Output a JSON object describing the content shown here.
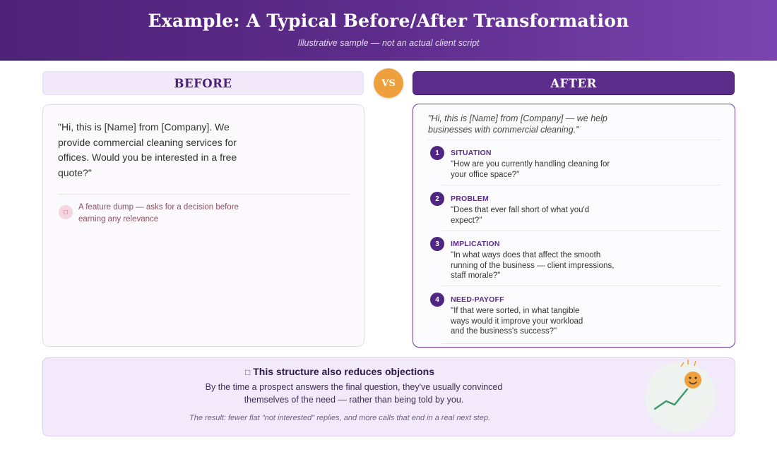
{
  "header": {
    "title": "Example: A Typical Before/After Transformation",
    "subtitle": "Illustrative sample — not an actual client script"
  },
  "before": {
    "heading": "BEFORE",
    "quote": "\"Hi, this is [Name] from [Company]. We provide commercial cleaning services for offices. Would you be interested in a free quote?\"",
    "warning_icon": "warning-box-icon",
    "warning": "A feature dump — asks for a decision before earning any relevance"
  },
  "vs_label": "VS",
  "after": {
    "heading": "AFTER",
    "intro": "\"Hi, this is [Name] from [Company] — we help businesses with commercial cleaning.\"",
    "steps": [
      {
        "num": "1",
        "label": "SITUATION",
        "question": "\"How are you currently handling cleaning for your office space?\""
      },
      {
        "num": "2",
        "label": "PROBLEM",
        "question": "\"Does that ever fall short of what you'd expect?\""
      },
      {
        "num": "3",
        "label": "IMPLICATION",
        "question": "\"In what ways does that affect the smooth running of the business — client impressions, staff morale?\""
      },
      {
        "num": "4",
        "label": "NEED-PAYOFF",
        "question": "\"If that were sorted, in what tangible ways would it improve your workload and the business's success?\""
      }
    ]
  },
  "bottom": {
    "title_icon": "box-glyph-icon",
    "title": "This structure also reduces objections",
    "body": "By the time a prospect answers the final question, they've usually convinced themselves of the need — rather than being told by you.",
    "note": "The result: fewer flat \"not interested\" replies, and more calls that end in a real next step.",
    "illustration_icon": "smiley-growth-chart-icon"
  },
  "colors": {
    "header_start": "#4e2278",
    "header_end": "#7a45b0",
    "accent_purple": "#5b2c8a",
    "vs_orange": "#eea03c",
    "warning_text": "#8e4f5f",
    "chart_green": "#3a9a6a"
  }
}
